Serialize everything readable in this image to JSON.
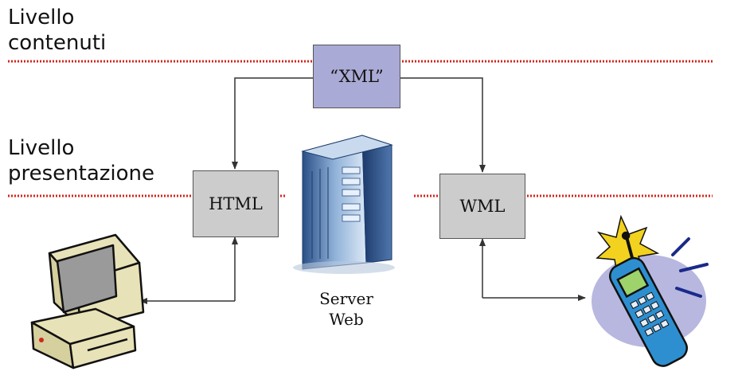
{
  "layers": {
    "content_label": "Livello\ncontenuti",
    "presentation_label": "Livello\npresentazione"
  },
  "boxes": {
    "xml": "“XML”",
    "html": "HTML",
    "wml": "WML"
  },
  "server": {
    "caption": "Server\nWeb"
  },
  "colors": {
    "dotted_line": "#d0271f",
    "xml_box": "#aaaad6",
    "format_box": "#cccccc",
    "arrow": "#333333"
  },
  "icons": [
    "desktop-computer-icon",
    "server-icon",
    "mobile-phone-icon"
  ]
}
